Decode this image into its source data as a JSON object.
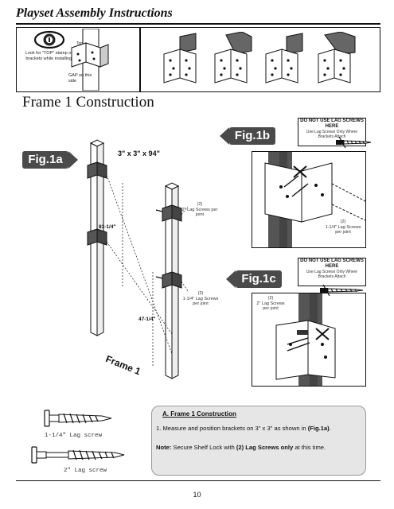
{
  "header": {
    "title": "Playset Assembly Instructions"
  },
  "top_panel": {
    "eye_note": "Look for \"TOP\" stamp on brackets while installing.",
    "bracket_top_stamp": "Top",
    "gap_note": "GAP on this side"
  },
  "section": {
    "title": "Frame 1 Construction"
  },
  "fig1a": {
    "label": "Fig.1a",
    "post_size": "3\" x 3\" x 94\"",
    "dim_long": "83-1/4\"",
    "dim_short": "47-1/4\"",
    "lag2_qty": "(2)",
    "lag2_text": "2\" Lag Screws per joint",
    "lag114_qty": "(2)",
    "lag114_text": "1-1/4\" Lag Screws per joint",
    "frame_label": "Frame 1"
  },
  "fig1b": {
    "label": "Fig.1b",
    "warn_title": "DO NOT USE LAG SCREWS HERE",
    "warn_sub": "Use Lag Screws Only Where Brackets Attach",
    "note_qty": "(2)",
    "note_text": "1-1/4\" Lag Screws per joint"
  },
  "fig1c": {
    "label": "Fig.1c",
    "warn_title": "DO NOT USE LAG SCREWS HERE",
    "warn_sub": "Use Lag Screws Only Where Brackets Attach",
    "note_qty": "(2)",
    "note_text": "2\" Lag Screws per joint"
  },
  "screws": {
    "short_label": "1-1/4\" Lag screw",
    "long_label": "2\" Lag screw"
  },
  "instructions": {
    "heading": "A. Frame 1 Construction",
    "step1_prefix": "1. Measure and position brackets on 3\" x 3\" as shown in ",
    "step1_ref": "(Fig.1a)",
    "step1_suffix": ".",
    "note_label": "Note:",
    "note_pre": " Secure Shelf Lock with ",
    "note_bold": "(2) Lag Screws only",
    "note_post": " at this time."
  },
  "footer": {
    "page_number": "10"
  },
  "colors": {
    "fig_label_bg": "#4a4a4a",
    "post_fill": "#ffffff",
    "bracket_fill": "#555555",
    "wood_fill": "#555555",
    "instr_bg": "#e6e6e6"
  }
}
